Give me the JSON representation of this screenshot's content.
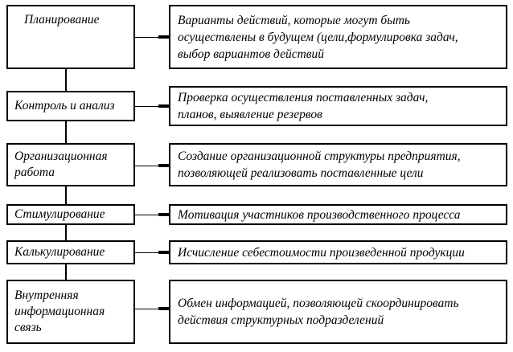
{
  "functions": [
    {
      "name": "Планирование",
      "description": "Варианты действий, которые могут быть\nосуществлены в будущем (цели,формулировка задач,\nвыбор вариантов  действий"
    },
    {
      "name": "Контроль и анализ",
      "description": "Проверка осуществления поставленных задач,\nпланов, выявление резервов"
    },
    {
      "name": "Организационная\nработа",
      "description": "Создание организационной структуры предприятия,\nпозволяющей реализовать поставленные цели"
    },
    {
      "name": "Стимулирование",
      "description": "Мотивация участников производственного процесса"
    },
    {
      "name": "Калькулирование",
      "description": "Исчисление себестоимости произведенной продукции"
    },
    {
      "name": "Внутренняя\nинформационная\nсвязь",
      "description": "Обмен информацией, позволяющей скоординировать\nдействия структурных подразделений"
    }
  ]
}
